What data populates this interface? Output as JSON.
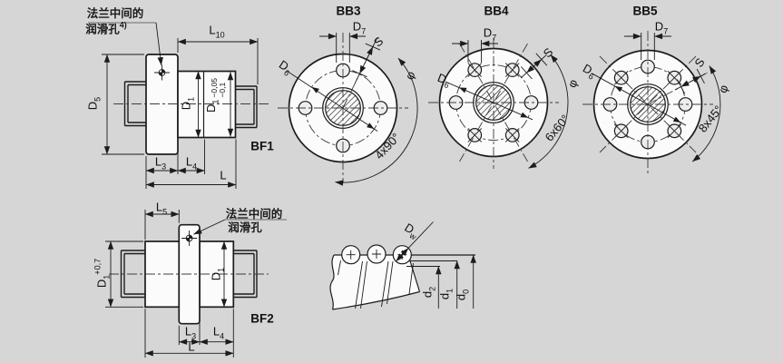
{
  "colors": {
    "background": "#d6d6d6",
    "line": "#1c1c1c",
    "part_fill": "#fbfbfb",
    "leader_gray": "#8f8f8f"
  },
  "figures": {
    "bf1": {
      "name": "BF1",
      "note1": "法兰中间的",
      "note2": "润滑孔",
      "note2_sup": "4)"
    },
    "bf2": {
      "name": "BF2",
      "note1": "法兰中间的",
      "note2": "润滑孔"
    },
    "bb3": {
      "name": "BB3",
      "pattern": "4x90°"
    },
    "bb4": {
      "name": "BB4",
      "pattern": "6x60°"
    },
    "bb5": {
      "name": "BB5",
      "pattern": "8x45°"
    }
  },
  "labels": {
    "L10": {
      "m": "L",
      "s": "10"
    },
    "L3": {
      "m": "L",
      "s": "3"
    },
    "L4": {
      "m": "L",
      "s": "4"
    },
    "L5": {
      "m": "L",
      "s": "5"
    },
    "L": {
      "m": "L",
      "s": ""
    },
    "D5": {
      "m": "D",
      "s": "5"
    },
    "D1": {
      "m": "D",
      "s": "1"
    },
    "D6": {
      "m": "D",
      "s": "6"
    },
    "D7": {
      "m": "D",
      "s": "7"
    },
    "Dw": {
      "m": "D",
      "s": "w"
    },
    "d2": {
      "m": "d",
      "s": "2"
    },
    "d1": {
      "m": "d",
      "s": "1"
    },
    "d0": {
      "m": "d",
      "s": "0"
    },
    "S": "S",
    "phi": "φ",
    "tol_bf1_upper": "−0,05",
    "tol_bf1_lower": "−0,1",
    "tol_bf2": "+0,7"
  }
}
